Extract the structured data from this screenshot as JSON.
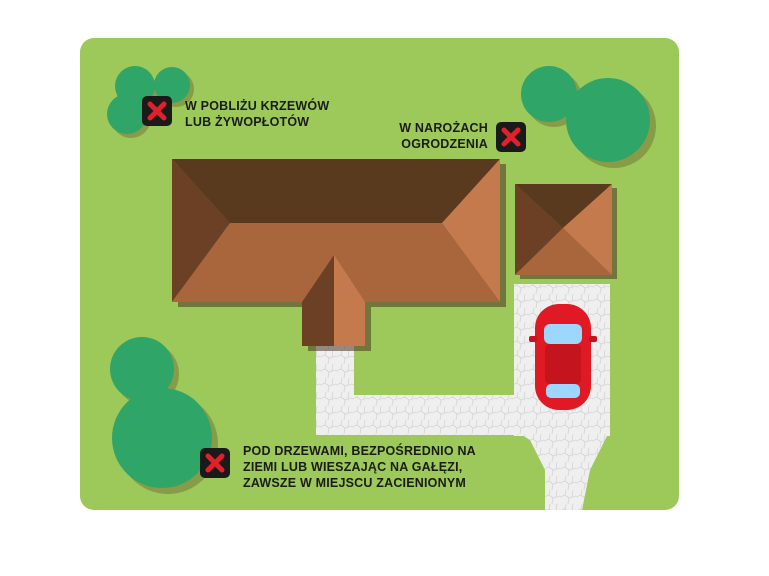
{
  "colors": {
    "lawn": "#9cc95a",
    "roof_dark": "#6b4024",
    "roof_light": "#c47a4d",
    "tree": "#2fa568",
    "path": "#ededed",
    "car": "#e01a25",
    "marker_bg": "#1a1a1a",
    "marker_x": "#e0202a"
  },
  "icons": {
    "marker": "red-x-icon"
  },
  "annotations": {
    "hedges": {
      "line1": "W POBLIŻU KRZEWÓW",
      "line2": "LUB ŻYWOPŁOTÓW"
    },
    "fence": {
      "line1": "W NAROŻACH",
      "line2": "OGRODZENIA"
    },
    "trees": {
      "line1": "POD DRZEWAMI, BEZPOŚREDNIO NA",
      "line2": "ZIEMI LUB WIESZAJĄC NA GAŁĘZI,",
      "line3": "ZAWSZE W MIEJSCU ZACIENIONYM"
    }
  }
}
